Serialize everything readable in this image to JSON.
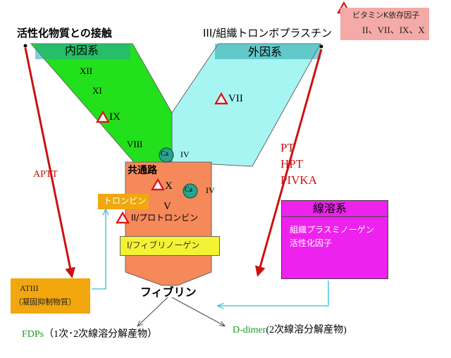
{
  "titles": {
    "intrinsic_trigger": "活性化物質との接触",
    "extrinsic_trigger": "III/組織トロンボプラスチン",
    "intrinsic": "内因系",
    "extrinsic": "外因系",
    "common": "共通路",
    "fibrin": "フィブリン"
  },
  "factors": {
    "xii": "XII",
    "xi": "XI",
    "ix": "IX",
    "viii": "VIII",
    "ca1": "Ca",
    "iv1": "IV",
    "vii": "VII",
    "x": "X",
    "ca2": "Ca",
    "iv2": "IV",
    "v": "V",
    "ii": "II/プロトロンビン",
    "i": "I/フィブリノーゲン",
    "thrombin": "トロンビン"
  },
  "legend": {
    "vitk_line1": "ビタミンK依存因子",
    "vitk_line2": "II、VII、IX、X"
  },
  "tests": {
    "aptt": "APTT",
    "pt": "PT",
    "hpt": "HPT",
    "pivka": "PIVKA"
  },
  "fibrinolysis": {
    "title": "線溶系",
    "line1": "組織プラスミノーゲン",
    "line2": "活性化因子"
  },
  "at3": {
    "line1": "ATIII",
    "line2": "（凝固抑制物質）"
  },
  "products": {
    "fdp_prefix": "FDPs",
    "fdp_suffix": "（1次･2次線溶分解産物）",
    "ddimer_prefix": "D-dimer",
    "ddimer_suffix": "(2次線溶分解産物)"
  },
  "colors": {
    "intrinsic": "#22e01b",
    "extrinsic": "#a6f5f3",
    "common": "#f5895a",
    "teal": "#2aa3a8",
    "vitk_box": "#f4aaa6",
    "red_arrow": "#cc1111",
    "thrombin_box": "#f0a80e",
    "fibrinogen_box": "#f3f333",
    "fibrinolysis_box": "#ee22ee",
    "at3_box": "#f2a70f",
    "cyan_arrow": "#56c8e6",
    "green_text": "#1a9a2a"
  }
}
